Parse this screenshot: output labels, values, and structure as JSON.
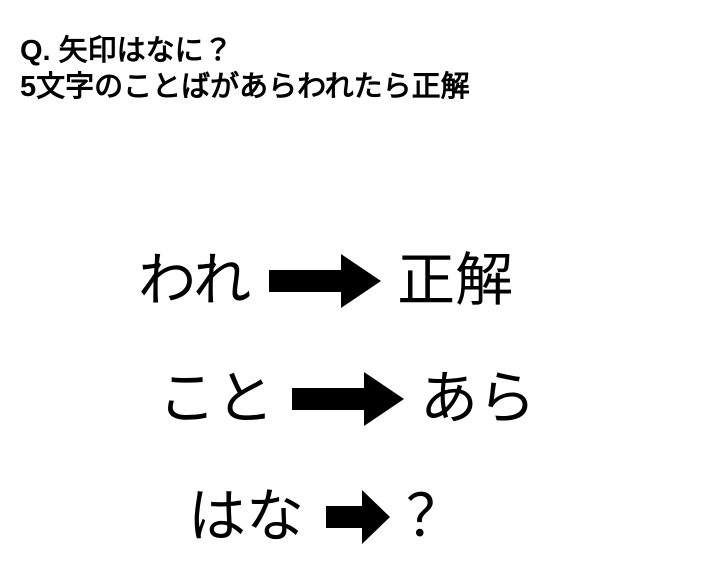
{
  "slide": {
    "background_color": "#ffffff",
    "text_color": "#000000"
  },
  "prompt": {
    "line1": "Q. 矢印はなに？",
    "line2": "5文字のことばがあらわれたら正解"
  },
  "puzzle": {
    "arrow_icon": "right-arrow-icon",
    "rows": [
      {
        "left": "われ",
        "arrow": "➡",
        "right": "正解",
        "arrow_size": "large"
      },
      {
        "left": "こと",
        "arrow": "➡",
        "right": "あら",
        "arrow_size": "large"
      },
      {
        "left": "はな",
        "arrow": "➡",
        "right": "？",
        "arrow_size": "small"
      }
    ]
  }
}
